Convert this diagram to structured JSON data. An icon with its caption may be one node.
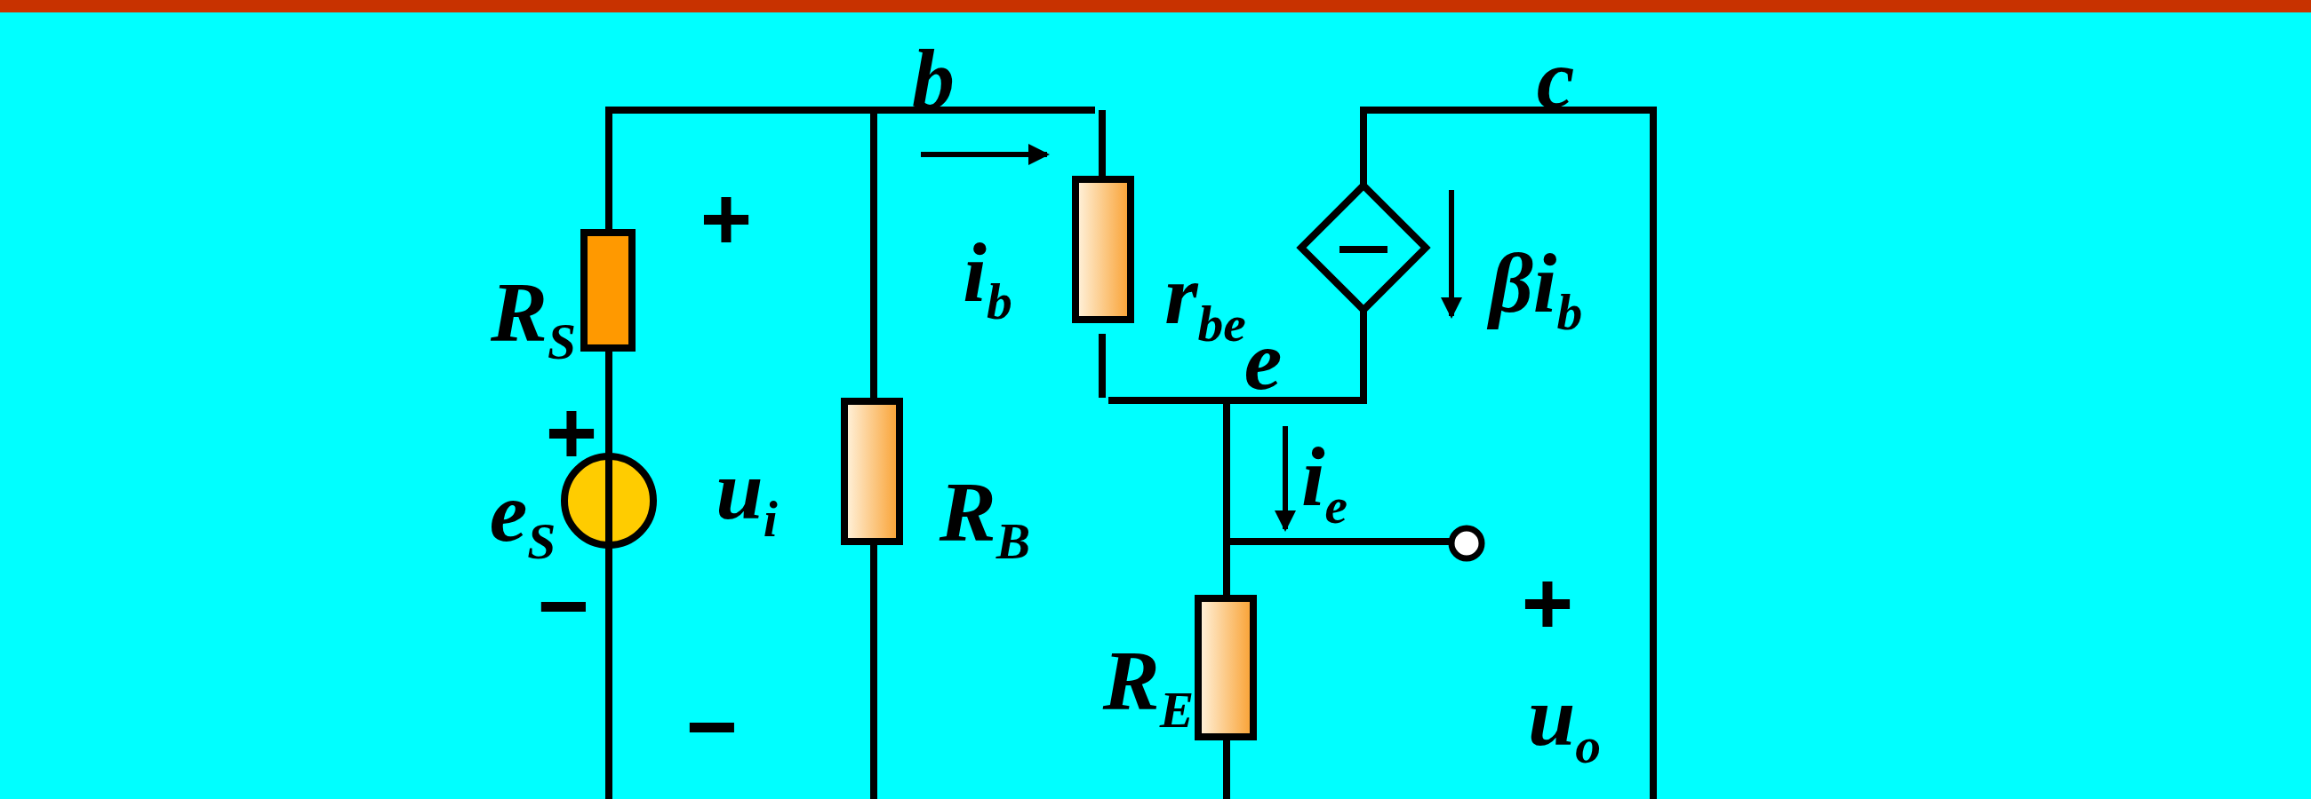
{
  "diagram": {
    "labels": [
      "b",
      "c",
      "+",
      "R$_{S}$",
      "i$_{b}$",
      "r$_{be}$",
      "βi$_{b}$",
      "e",
      "+",
      "e$_{S}$",
      "u$_{i}$",
      "R$_{B}$",
      "i$_{e}$",
      "−",
      "+",
      "−",
      "R$_{E}$",
      "u$_{o}$"
    ]
  }
}
